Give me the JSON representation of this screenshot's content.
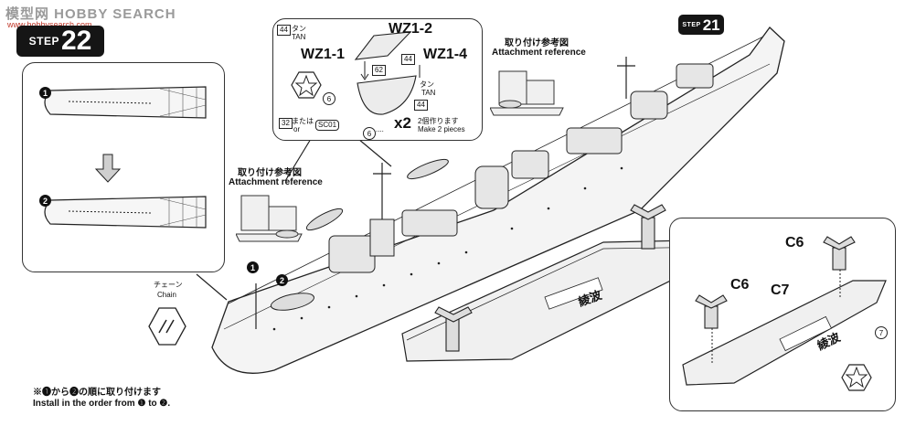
{
  "watermark": {
    "brand": "模型网 HOBBY SEARCH",
    "url": "www.hobbysearch.com"
  },
  "step22": {
    "label": "STEP",
    "number": "22"
  },
  "step21": {
    "label": "STEP",
    "number": "21"
  },
  "detail_box": {
    "marker_1": "1",
    "marker_2": "2"
  },
  "boat_box": {
    "part_wz1_1": "WZ1-1",
    "part_wz1_2": "WZ1-2",
    "part_wz1_4": "WZ1-4",
    "color_44_top": "44",
    "tan_jp_top": "タン",
    "tan_en_top": "TAN",
    "color_62": "62",
    "color_44_right": "44",
    "tan_jp_right": "タン",
    "tan_en_right": "TAN",
    "color_44_bottom": "44",
    "step6_a": "6",
    "step6_b": "6",
    "color_32": "32",
    "or_jp": "または",
    "or_en": "or",
    "sc01": "SC01",
    "dots": "....",
    "multiplier": "x2",
    "make2_jp": "2個作ります",
    "make2_en": "Make 2 pieces"
  },
  "ref_top": {
    "jp": "取り付け参考図",
    "en": "Attachment reference"
  },
  "ref_mid": {
    "jp": "取り付け参考図",
    "en": "Attachment reference"
  },
  "ship": {
    "chain_jp": "チェーン",
    "chain_en": "Chain",
    "marker_1": "1",
    "marker_2": "2"
  },
  "stand_box": {
    "c6_top": "C6",
    "c6_left": "C6",
    "c7": "C7",
    "nameplate": "綾波",
    "circled_7": "7"
  },
  "stand_plate": "綾波",
  "footer": {
    "order_jp": "※❶から❷の順に取り付けます",
    "order_en": "Install in the order from ❶ to ❷."
  },
  "colors": {
    "ink": "#111111",
    "frame": "#333333",
    "badge": "#151515",
    "watermark_url": "#c0392b"
  }
}
